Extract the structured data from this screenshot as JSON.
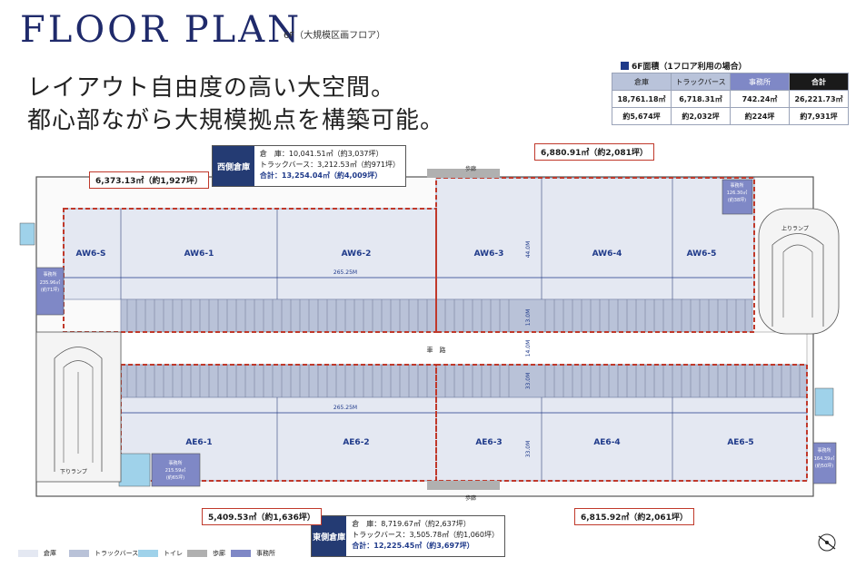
{
  "header": {
    "title": "FLOOR PLAN",
    "subtitle": "6F（大規模区画フロア）",
    "headline_1": "レイアウト自由度の高い大空間。",
    "headline_2": "都心部ながら大規模拠点を構築可能。"
  },
  "area_table": {
    "title": "6F面積（1フロア利用の場合）",
    "headers": [
      "倉庫",
      "トラックバース",
      "事務所",
      "合計"
    ],
    "values": [
      "18,761.18㎡",
      "6,718.31㎡",
      "742.24㎡",
      "26,221.73㎡"
    ],
    "tsubo": [
      "約5,674坪",
      "約2,032坪",
      "約224坪",
      "約7,931坪"
    ]
  },
  "west_summary": {
    "label": "西側倉庫",
    "warehouse": "倉　庫：10,041.51㎡（約3,037坪）",
    "truck": "トラックバース：3,212.53㎡（約971坪）",
    "total": "合計：13,254.04㎡（約4,009坪）"
  },
  "east_summary": {
    "label": "東側倉庫",
    "warehouse": "倉　庫：8,719.67㎡（約2,637坪）",
    "truck": "トラックバース：3,505.78㎡（約1,060坪）",
    "total": "合計：12,225.45㎡（約3,697坪）"
  },
  "callouts": {
    "aw_left": "6,373.13㎡（約1,927坪）",
    "aw_right": "6,880.91㎡（約2,081坪）",
    "ae_left": "5,409.53㎡（約1,636坪）",
    "ae_right": "6,815.92㎡（約2,061坪）"
  },
  "plan": {
    "west_units": [
      "AW6-S",
      "AW6-1",
      "AW6-2",
      "AW6-3",
      "AW6-4",
      "AW6-5"
    ],
    "east_units": [
      "AE6-1",
      "AE6-2",
      "AE6-3",
      "AE6-4",
      "AE6-5"
    ],
    "span_label": "265.25M",
    "dim_west": "44.0M",
    "dim_road": "13.0M",
    "dim_road2": "14.0M",
    "dim_east1": "33.0M",
    "dim_east2": "33.0M",
    "road_label": "車　路",
    "walkway_top": "歩廊",
    "walkway_bottom": "歩廊",
    "ramp_up": "上りランプ",
    "ramp_down": "下りランプ",
    "office_w": "事務所",
    "office_w_area": "235.96㎡",
    "office_w_tsubo": "(約71坪)",
    "office_ne": "事務所",
    "office_ne_area": "126.30㎡",
    "office_ne_tsubo": "(約38坪)",
    "office_sw": "事務所",
    "office_sw_area": "215.59㎡",
    "office_sw_tsubo": "(約65坪)",
    "office_e": "事務所",
    "office_e_area": "164.39㎡",
    "office_e_tsubo": "(約50坪)"
  },
  "legend": [
    {
      "label": "倉庫",
      "color": "#e4e8f2"
    },
    {
      "label": "トラックバース",
      "color": "#b9c2d8"
    },
    {
      "label": "トイレ",
      "color": "#9fd2ea"
    },
    {
      "label": "歩廊",
      "color": "#b0b0b0"
    },
    {
      "label": "事務所",
      "color": "#7f88c6"
    }
  ],
  "colors": {
    "warehouse": "#e4e8f2",
    "truck_berth": "#b9c2d8",
    "office": "#7f88c6",
    "boundary": "#c0392b",
    "title": "#1f2a6b"
  },
  "icons": {
    "north": "north-arrow-icon"
  }
}
